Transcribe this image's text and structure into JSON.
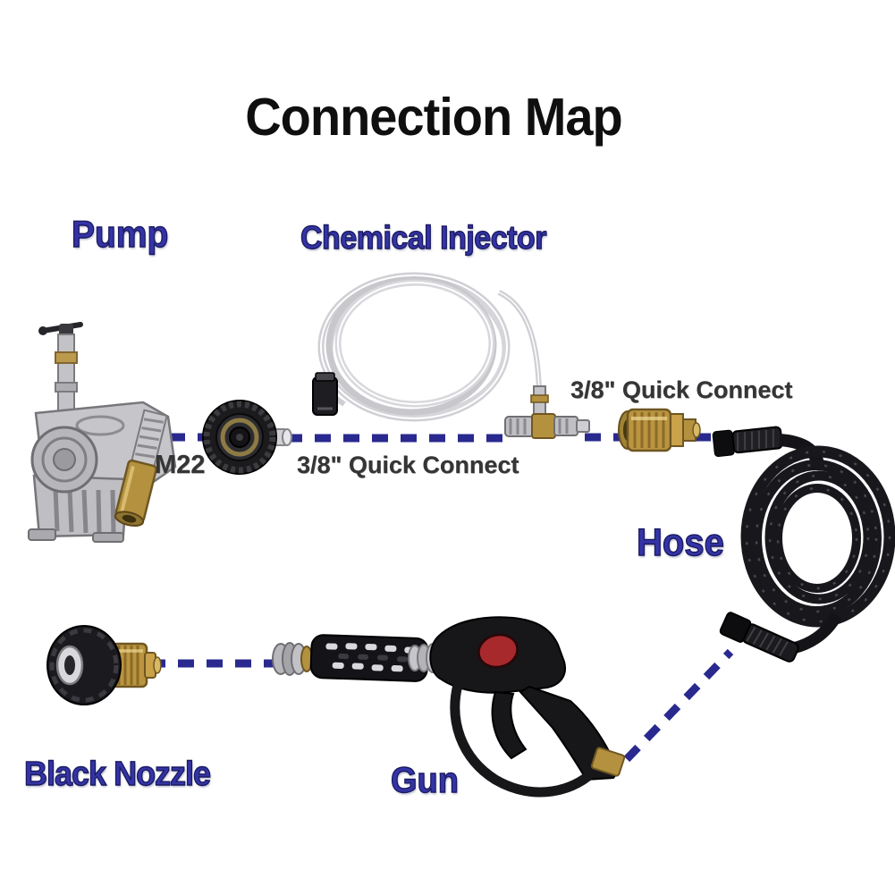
{
  "title": "Connection Map",
  "labels": {
    "pump": "Pump",
    "chemical_injector": "Chemical Injector",
    "hose": "Hose",
    "black_nozzle": "Black Nozzle",
    "gun": "Gun"
  },
  "connector_labels": {
    "m22": "M22",
    "quick_connect_pump_side": "3/8\" Quick Connect",
    "quick_connect_hose_side": "3/8\" Quick Connect"
  },
  "illustrations": {
    "pump": "pump-illustration",
    "m22_coupler": "m22-coupler-illustration",
    "chemical_injector": "chemical-injector-illustration",
    "brass_quick_connect": "brass-quick-connect-illustration",
    "hose": "hose-illustration",
    "wand": "wand-illustration",
    "gun": "gun-illustration",
    "black_nozzle": "black-nozzle-illustration",
    "connection_lines": "connection-dashed-lines"
  },
  "colors": {
    "background": "#ffffff",
    "title_text": "#0f0f0f",
    "label_blue": "#3434a6",
    "label_blue_outline": "#1a1a62",
    "connector_text": "#353535",
    "dash_blue": "#29298f",
    "brass": "#b3913f",
    "metal_silver": "#c2c2c6",
    "part_black": "#17171a",
    "gun_button_red": "#a8292c",
    "clear_tube": "#cfcfd4"
  }
}
